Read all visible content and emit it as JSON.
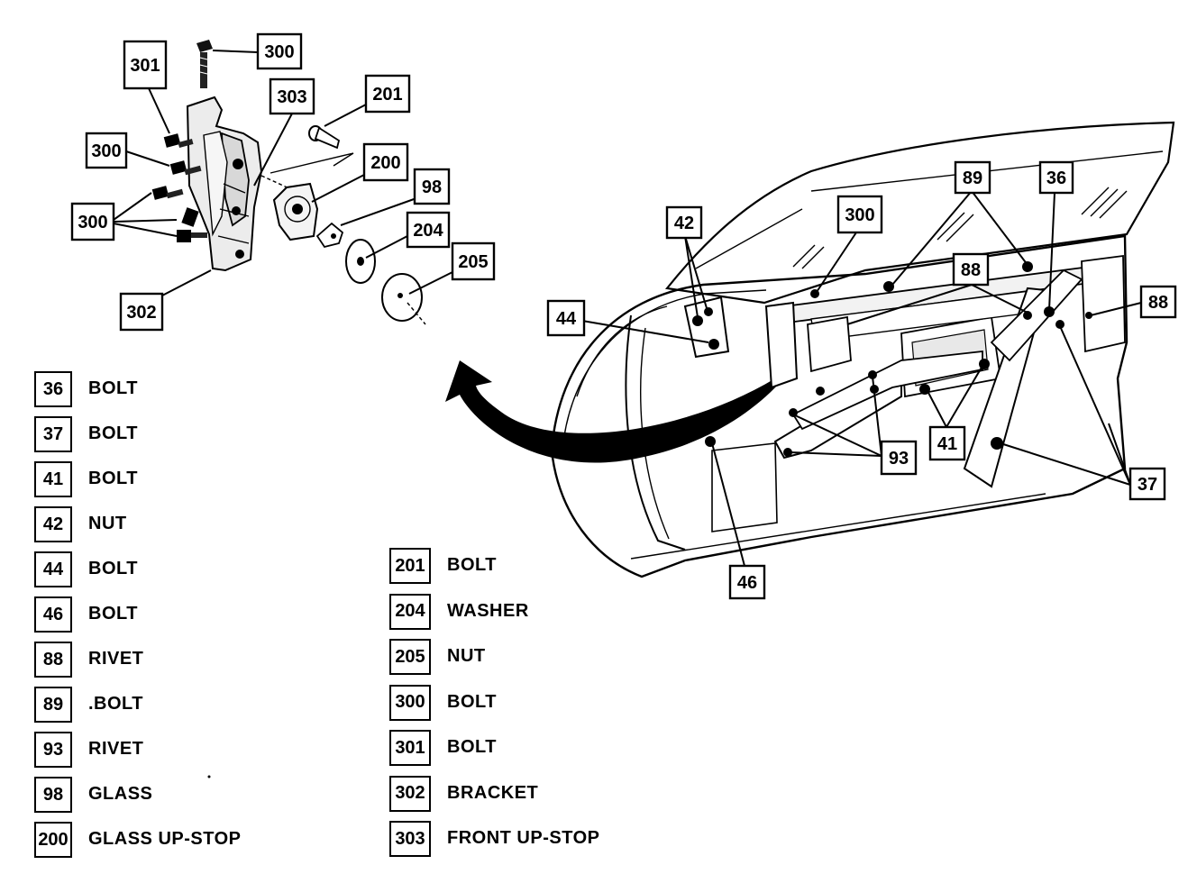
{
  "callouts": {
    "c300a": "300",
    "c301": "301",
    "c303": "303",
    "c201": "201",
    "c300b": "300",
    "c200": "200",
    "c98": "98",
    "c300c": "300",
    "c204": "204",
    "c205": "205",
    "c302": "302",
    "c42": "42",
    "c300d": "300",
    "c89": "89",
    "c36": "36",
    "c88a": "88",
    "c88b": "88",
    "c44": "44",
    "c41": "41",
    "c93": "93",
    "c37": "37",
    "c46": "46"
  },
  "legend_left": [
    {
      "num": "36",
      "label": "BOLT"
    },
    {
      "num": "37",
      "label": "BOLT"
    },
    {
      "num": "41",
      "label": "BOLT"
    },
    {
      "num": "42",
      "label": "NUT"
    },
    {
      "num": "44",
      "label": "BOLT"
    },
    {
      "num": "46",
      "label": "BOLT"
    },
    {
      "num": "88",
      "label": "RIVET"
    },
    {
      "num": "89",
      "label": ".BOLT"
    },
    {
      "num": "93",
      "label": "RIVET"
    },
    {
      "num": "98",
      "label": "GLASS"
    },
    {
      "num": "200",
      "label": "GLASS UP-STOP"
    }
  ],
  "legend_right": [
    {
      "num": "201",
      "label": "BOLT"
    },
    {
      "num": "204",
      "label": "WASHER"
    },
    {
      "num": "205",
      "label": "NUT"
    },
    {
      "num": "300",
      "label": "BOLT"
    },
    {
      "num": "301",
      "label": "BOLT"
    },
    {
      "num": "302",
      "label": "BRACKET"
    },
    {
      "num": "303",
      "label": "FRONT UP-STOP"
    }
  ]
}
